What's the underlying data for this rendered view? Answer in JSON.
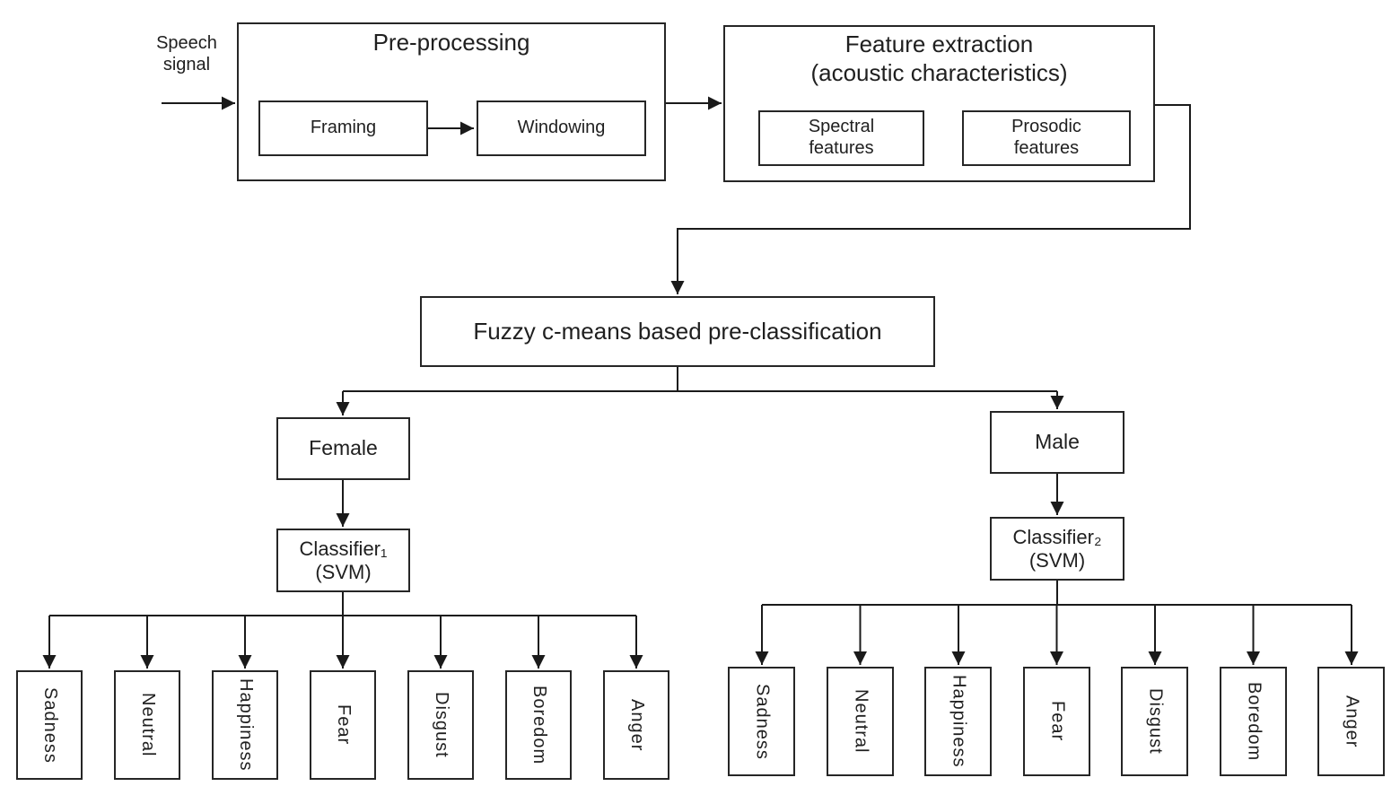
{
  "nodes": {
    "speech_signal": "Speech\nsignal",
    "preprocessing": "Pre-processing",
    "framing": "Framing",
    "windowing": "Windowing",
    "feature_extraction": "Feature extraction\n(acoustic characteristics)",
    "spectral": "Spectral\nfeatures",
    "prosodic": "Prosodic\nfeatures",
    "fuzzy": "Fuzzy c-means based pre-classification",
    "female": "Female",
    "male": "Male",
    "classifier1": "Classifier₁\n(SVM)",
    "classifier2": "Classifier₂\n(SVM)"
  },
  "emotions": [
    "Sadness",
    "Neutral",
    "Happiness",
    "Fear",
    "Disgust",
    "Boredom",
    "Anger"
  ],
  "colors": {
    "line": "#1a1a1a",
    "box_border": "#262626",
    "text": "#1f1f1f",
    "background": "#ffffff"
  }
}
